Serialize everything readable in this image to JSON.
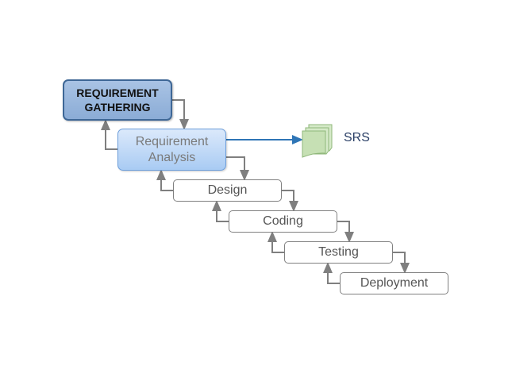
{
  "diagram": {
    "title": "Waterfall model - requirement gathering phase",
    "phases": [
      {
        "id": "gathering",
        "label_line1": "REQUIREMENT",
        "label_line2": "GATHERING",
        "highlighted": true
      },
      {
        "id": "analysis",
        "label_line1": "Requirement",
        "label_line2": "Analysis"
      },
      {
        "id": "design",
        "label": "Design"
      },
      {
        "id": "coding",
        "label": "Coding"
      },
      {
        "id": "testing",
        "label": "Testing"
      },
      {
        "id": "deployment",
        "label": "Deployment"
      }
    ],
    "output": {
      "label": "SRS",
      "icon": "document-stack-icon"
    },
    "colors": {
      "gathering_fill": "#8bacd6",
      "analysis_fill": "#bcd6f5",
      "connector": "#7f7f7f",
      "output_arrow": "#2e75b6",
      "document_fill": "#c6e0b4",
      "srs_text": "#2a3f66"
    }
  }
}
